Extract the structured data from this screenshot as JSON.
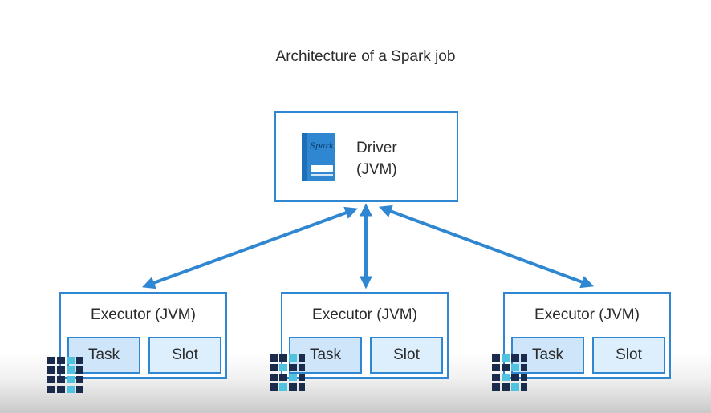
{
  "diagram": {
    "title": "Architecture of a Spark job",
    "driver": {
      "name": "Driver",
      "runtime": "(JVM)",
      "icon": "spark-book-icon",
      "icon_text": "Spark"
    },
    "executors": [
      {
        "title": "Executor (JVM)",
        "task": "Task",
        "slot": "Slot"
      },
      {
        "title": "Executor (JVM)",
        "task": "Task",
        "slot": "Slot"
      },
      {
        "title": "Executor (JVM)",
        "task": "Task",
        "slot": "Slot"
      }
    ],
    "connections": [
      {
        "from": "driver",
        "to": "executor-1",
        "direction": "bidirectional"
      },
      {
        "from": "driver",
        "to": "executor-2",
        "direction": "bidirectional"
      },
      {
        "from": "driver",
        "to": "executor-3",
        "direction": "bidirectional"
      }
    ],
    "colors": {
      "accent": "#2f86d1",
      "task_fill": "#cfe5fa",
      "slot_fill": "#ddeefc",
      "grid_dark": "#1a2b4c",
      "grid_light": "#4fc3e0"
    }
  }
}
